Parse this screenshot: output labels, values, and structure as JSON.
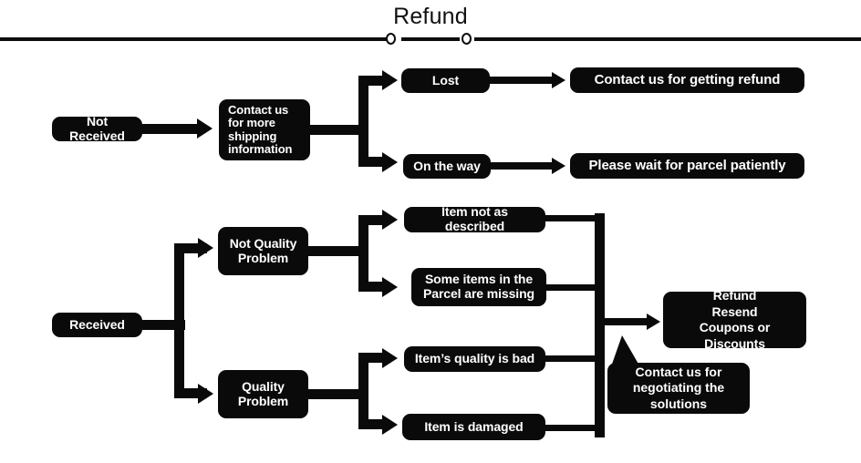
{
  "header": {
    "title": "Refund",
    "rule_marker_icon": "circle-marker-icon"
  },
  "flow": {
    "not_received": {
      "start_label": "Not Received",
      "contact_shipping_label": "Contact us\nfor more\nshipping\ninformation",
      "branches": [
        {
          "condition": "Lost",
          "outcome": "Contact us for getting refund"
        },
        {
          "condition": "On the way",
          "outcome": "Please wait for parcel patiently"
        }
      ]
    },
    "received": {
      "start_label": "Received",
      "categories": [
        {
          "label": "Not Quality\nProblem",
          "issues": [
            "Item not as described",
            "Some items in the\nParcel are missing"
          ]
        },
        {
          "label": "Quality\nProblem",
          "issues": [
            "Item’s quality is bad",
            "Item is damaged"
          ]
        }
      ],
      "resolution": "Refund\nResend\nCoupons or Discounts",
      "callout": "Contact us for\nnegotiating the\nsolutions"
    }
  },
  "colors": {
    "node_fill": "#0a0a0a",
    "node_text": "#ffffff",
    "connector": "#0a0a0a",
    "background": "#ffffff",
    "title_text": "#111111"
  }
}
